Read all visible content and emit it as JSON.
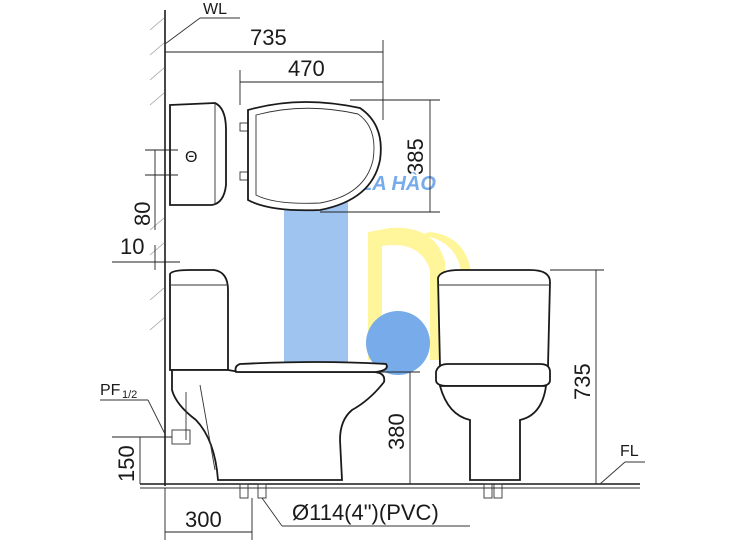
{
  "labels": {
    "wl": "WL",
    "fl": "FL",
    "pf_main": "PF",
    "pf_sub": "1/2",
    "pipe": "Ø114(4\")(PVC)"
  },
  "dimensions": {
    "top_width": "735",
    "seat_width": "470",
    "seat_depth": "385",
    "tank_80": "80",
    "tank_10": "10",
    "height_right": "735",
    "seat_height": "380",
    "pf_height": "150",
    "rough_in": "300"
  },
  "watermark": {
    "text": "LA HÀO"
  },
  "colors": {
    "line": "#1a1a1a",
    "watermark_blue": "#4a90e2",
    "watermark_yellow": "#fff27a"
  }
}
